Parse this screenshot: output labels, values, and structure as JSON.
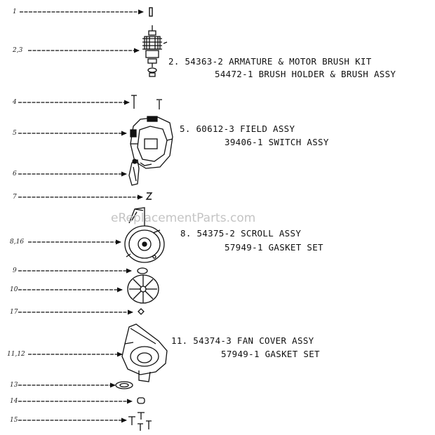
{
  "watermark": "eReplacementParts.com",
  "callouts": [
    "1",
    "2,3",
    "4",
    "5",
    "6",
    "7",
    "8,16",
    "9",
    "10",
    "17",
    "11,12",
    "13",
    "14",
    "15"
  ],
  "parts_list": {
    "armature": [
      "2. 54363-2 ARMATURE & MOTOR BRUSH KIT",
      "54472-1 BRUSH HOLDER & BRUSH ASSY"
    ],
    "field": [
      "5. 60612-3 FIELD ASSY",
      "39406-1 SWITCH ASSY"
    ],
    "scroll": [
      "8. 54375-2 SCROLL ASSY",
      "57949-1 GASKET SET"
    ],
    "fan_cover": [
      "11. 54374-3 FAN COVER ASSY",
      "57949-1 GASKET SET"
    ]
  }
}
